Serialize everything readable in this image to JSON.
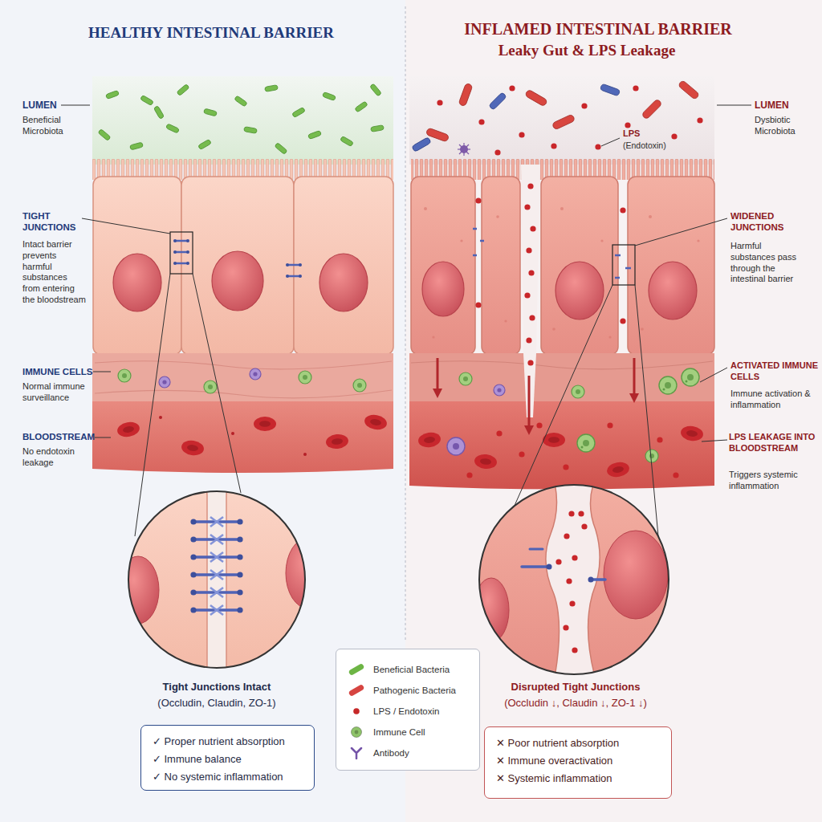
{
  "diagram": {
    "nodes": [
      {
        "text": [
          "HEALTHY INTESTINAL BARRIER"
        ]
      },
      {
        "text": [
          "INFLAMED INTESTINAL BARRIER",
          "Leaky Gut & LPS Leakage"
        ]
      },
      {
        "text": [
          "✓ Proper nutrient absorption",
          "✓ Immune balance",
          "✓ No systemic inflammation"
        ],
        "in": 0
      },
      {
        "text": [
          "✕ Poor nutrient absorption",
          "✕ Immune overactivation",
          "✕ Systemic inflammation"
        ],
        "in": 1
      }
    ],
    "labels": [
      "LUMEN",
      "Beneficial Microbiota",
      "TIGHT JUNCTIONS",
      "Intact barrier prevents harmful substances from entering the bloodstream",
      "IMMUNE CELLS",
      "Normal immune surveillance",
      "BLOODSTREAM",
      "No endotoxin leakage",
      "LUMEN",
      "Dysbiotic Microbiota",
      "LPS",
      "(Endotoxin)",
      "WIDENED JUNCTIONS",
      "Harmful substances pass through the intestinal barrier",
      "ACTIVATED IMMUNE CELLS",
      "Immune activation & inflammation",
      "LPS LEAKAGE INTO BLOODSTREAM",
      "Triggers systemic inflammation",
      "Tight Junctions Intact",
      "(Occludin, Claudin, ZO-1)",
      "Disrupted Tight Junctions",
      "(Occludin ↓, Claudin ↓, ZO-1 ↓)"
    ],
    "legend": [
      {
        "text": "Beneficial Bacteria",
        "color": "#6db545"
      },
      {
        "text": "Pathogenic Bacteria",
        "color": "#d64541"
      },
      {
        "text": "LPS / Endotoxin",
        "color": "#c62828"
      },
      {
        "text": "Immune Cell",
        "color": "#8fc46a"
      },
      {
        "text": "Antibody",
        "color": "#7454a8"
      }
    ]
  }
}
